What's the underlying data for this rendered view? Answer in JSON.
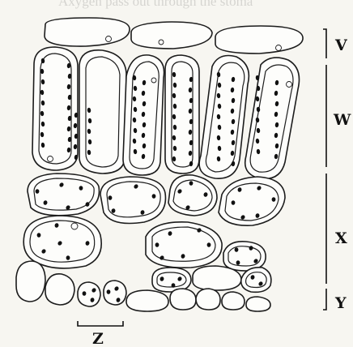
{
  "labels": {
    "v": "V",
    "w": "W",
    "x": "X",
    "y": "Y",
    "z": "Z"
  },
  "bleed_through": [
    "Axygen pass out through the stoma",
    "n",
    "ti",
    "e"
  ]
}
